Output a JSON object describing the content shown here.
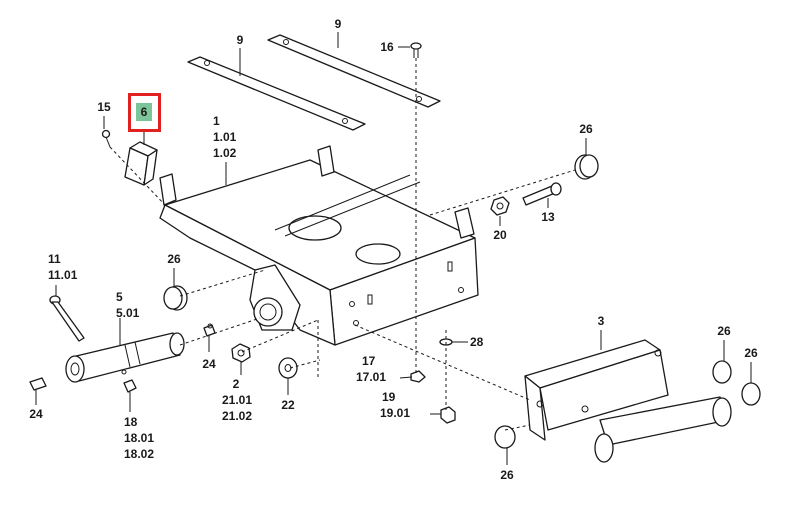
{
  "highlight": {
    "label": "6",
    "border_color": "#e0211f",
    "fill_color": "#7cc49a"
  },
  "labels": {
    "p9a": "9",
    "p9b": "9",
    "p16": "16",
    "p15": "15",
    "p6": "6",
    "p1": "1",
    "p1_01": "1.01",
    "p1_02": "1.02",
    "p26a": "26",
    "p13": "13",
    "p20": "20",
    "p26b": "26",
    "p11": "11",
    "p11_01": "11.01",
    "p5": "5",
    "p5_01": "5.01",
    "p24a": "24",
    "p24b": "24",
    "p2": "2",
    "p21_01": "21.01",
    "p21_02": "21.02",
    "p22": "22",
    "p18": "18",
    "p18_01": "18.01",
    "p18_02": "18.02",
    "p17": "17",
    "p17_01": "17.01",
    "p19": "19",
    "p19_01": "19.01",
    "p28": "28",
    "p3": "3",
    "p26c": "26",
    "p26d": "26",
    "p26e": "26"
  }
}
